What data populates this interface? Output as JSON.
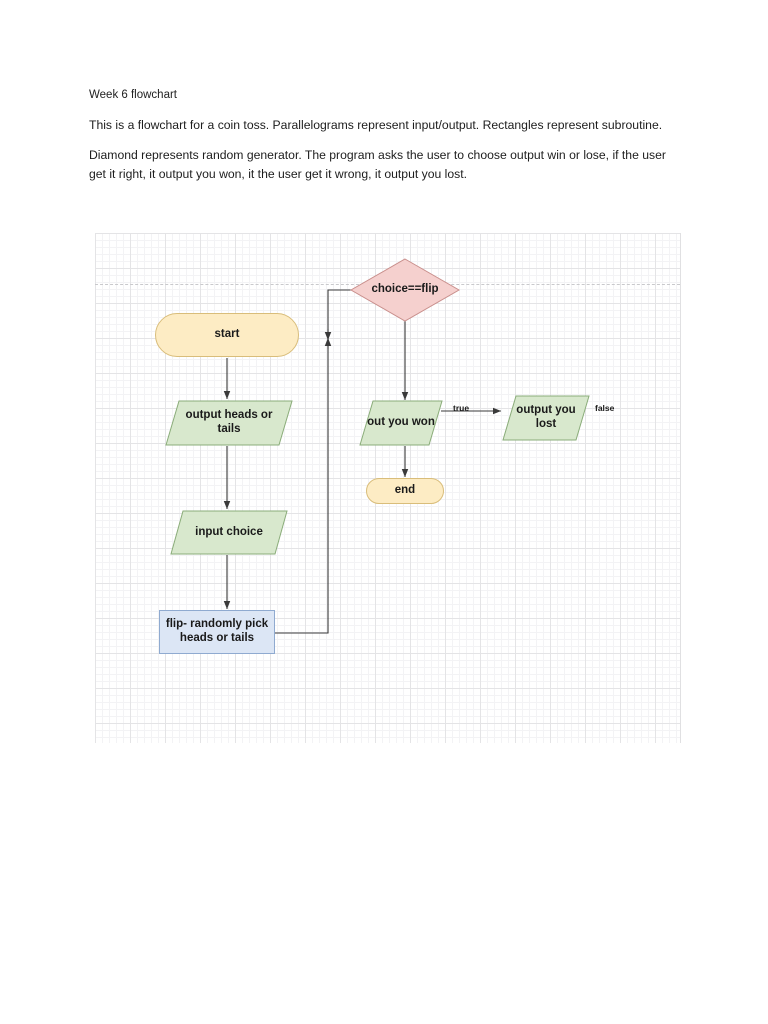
{
  "document": {
    "title": "Week 6 flowchart",
    "paragraph_1": "This is a flowchart for a coin toss. Parallelograms represent input/output. Rectangles represent subroutine.",
    "paragraph_2": "Diamond represents random generator. The program asks the user to choose output win or lose, if the user get it right, it output you won, it the user get it wrong, it output you lost."
  },
  "diagram": {
    "type": "flowchart",
    "nodes": [
      {
        "id": "start",
        "label": "start",
        "shape": "terminator",
        "fill": "#fdecc4",
        "stroke": "#d9bd7a"
      },
      {
        "id": "out-heads",
        "label": "output heads or tails",
        "shape": "parallelogram",
        "fill": "#d8e8cd",
        "stroke": "#8aac79"
      },
      {
        "id": "input",
        "label": "input choice",
        "shape": "parallelogram",
        "fill": "#d8e8cd",
        "stroke": "#8aac79"
      },
      {
        "id": "flip",
        "label": "flip- randomly pick heads or tails",
        "shape": "rectangle",
        "fill": "#dce6f5",
        "stroke": "#8faad0"
      },
      {
        "id": "decision",
        "label": "choice==flip",
        "shape": "diamond",
        "fill": "#f5d0ce",
        "stroke": "#c98f8c"
      },
      {
        "id": "won",
        "label": "out you won",
        "shape": "parallelogram",
        "fill": "#d8e8cd",
        "stroke": "#8aac79"
      },
      {
        "id": "lost",
        "label": "output you lost",
        "shape": "parallelogram",
        "fill": "#d8e8cd",
        "stroke": "#8aac79"
      },
      {
        "id": "end",
        "label": "end",
        "shape": "terminator",
        "fill": "#fdecc4",
        "stroke": "#d9bd7a"
      }
    ],
    "edges": [
      {
        "from": "start",
        "to": "out-heads",
        "label": ""
      },
      {
        "from": "out-heads",
        "to": "input",
        "label": ""
      },
      {
        "from": "input",
        "to": "flip",
        "label": ""
      },
      {
        "from": "flip",
        "to": "decision",
        "label": ""
      },
      {
        "from": "decision",
        "to": "won",
        "label": ""
      },
      {
        "from": "won",
        "to": "lost",
        "label": "true"
      },
      {
        "from": "won",
        "to": "end",
        "label": ""
      },
      {
        "from": "lost",
        "to": "",
        "label": "false"
      }
    ],
    "edge_labels": {
      "true": "true",
      "false": "false"
    }
  }
}
